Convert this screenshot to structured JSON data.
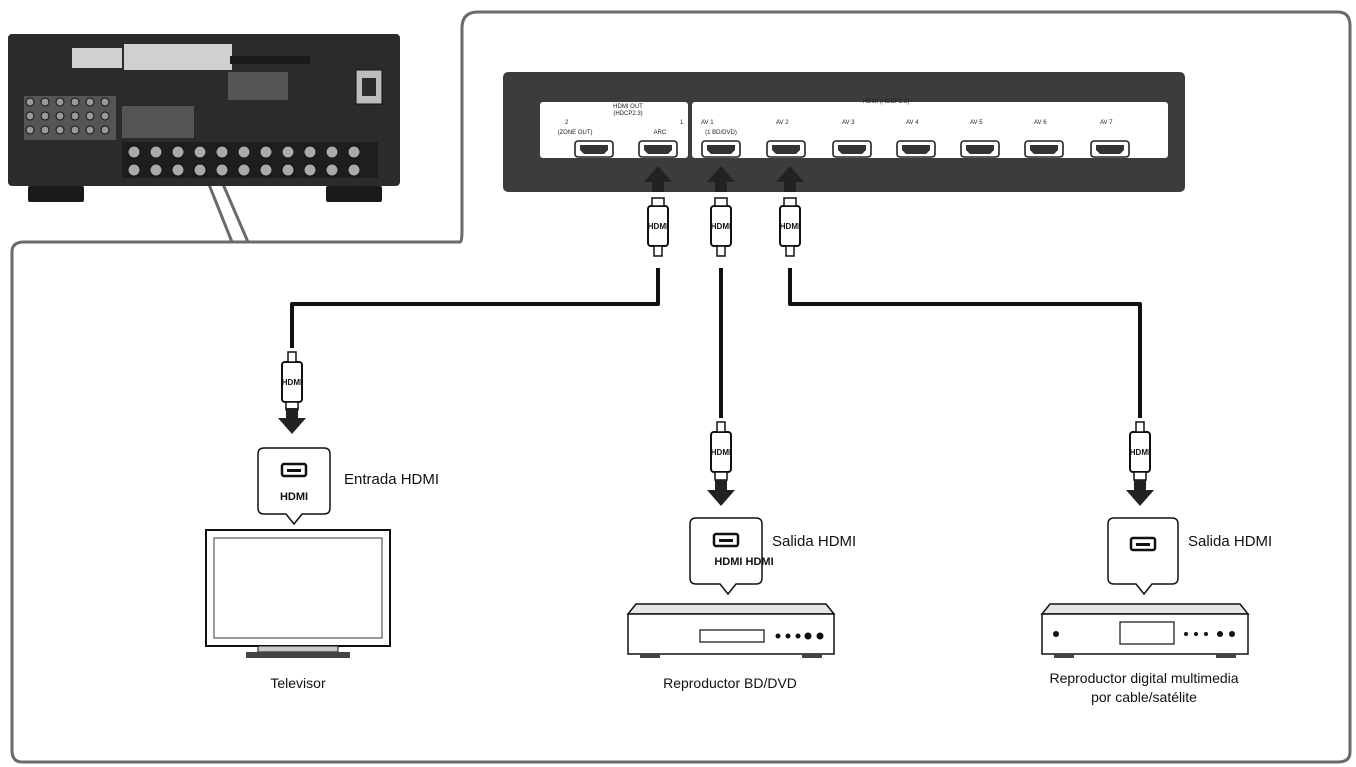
{
  "panel": {
    "hdmi_out_title": "HDMI OUT",
    "hdmi_out_sub": "(HDCP2.3)",
    "out2_num": "2",
    "out2_tag": "(ZONE OUT)",
    "out1_num": "1",
    "out1_tag": "ARC",
    "hdmi_in_title": "HDMI (HDCP2.3)",
    "inputs": [
      "AV 1",
      "AV 2",
      "AV 3",
      "AV 4",
      "AV 5",
      "AV 6",
      "AV 7"
    ],
    "av1_tag": "(1 BD/DVD)"
  },
  "cable_label": "HDMI",
  "devices": {
    "tv": {
      "port_text": "HDMI",
      "port_label": "Entrada HDMI",
      "name": "Televisor"
    },
    "bd": {
      "port_text": "HDMI HDMI",
      "port_label": "Salida HDMI",
      "name": "Reproductor BD/DVD"
    },
    "media": {
      "port_label": "Salida HDMI",
      "name_line1": "Reproductor digital multimedia",
      "name_line2": "por cable/satélite"
    }
  },
  "colors": {
    "panel": "#3c3c3c",
    "border": "#6a6a6a",
    "cable": "#111111",
    "receiver": "#2b2b2b"
  }
}
